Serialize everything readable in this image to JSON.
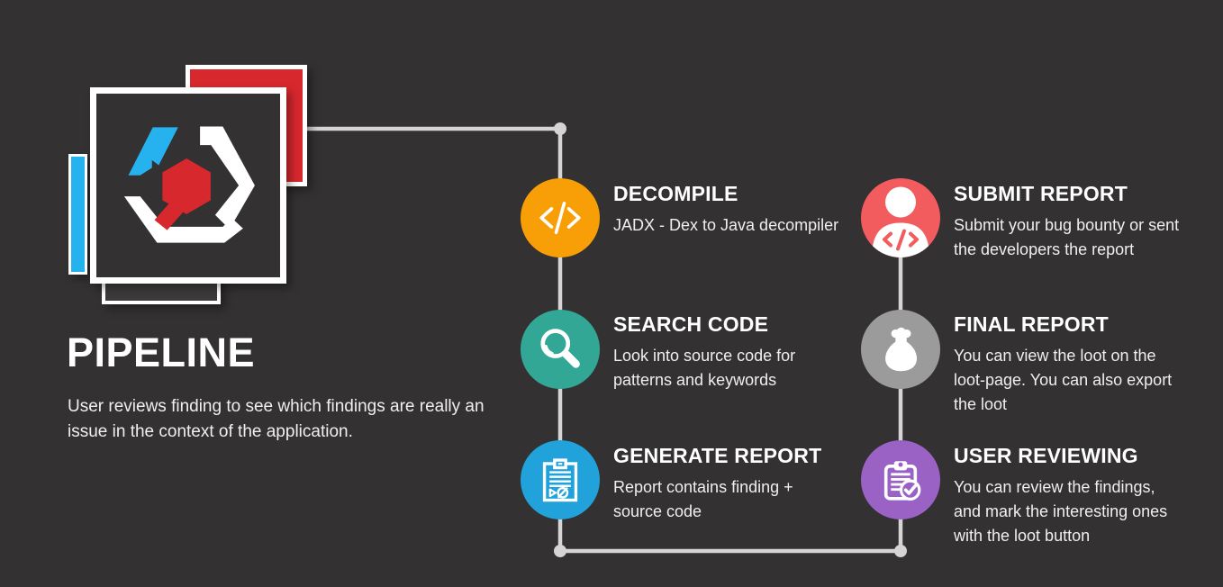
{
  "page": {
    "background_color": "#333132",
    "connector_color": "#D6D4D4",
    "title": "PIPELINE",
    "description": "User reviews finding to see which findings are really an\nissue in the context of the application."
  },
  "logo": {
    "label": "app-logo",
    "colors": {
      "red": "#D7282D",
      "cyan": "#25B2EF",
      "white": "#FFFFFF",
      "dark": "#343133"
    }
  },
  "steps": [
    {
      "id": "decompile",
      "title": "DECOMPILE",
      "desc": "JADX - Dex to Java decompiler",
      "color": "#F89E06",
      "icon": "code-icon"
    },
    {
      "id": "search-code",
      "title": "SEARCH CODE",
      "desc": "Look into source code for\npatterns and keywords",
      "color": "#33A795",
      "icon": "magnifier-icon"
    },
    {
      "id": "generate-report",
      "title": "GENERATE REPORT",
      "desc": "Report contains finding +\nsource code",
      "color": "#21A2DB",
      "icon": "report-clipboard-icon"
    },
    {
      "id": "submit-report",
      "title": "SUBMIT REPORT",
      "desc": "Submit your bug bounty or sent\nthe developers the report",
      "color": "#F25C5E",
      "icon": "person-code-icon"
    },
    {
      "id": "final-report",
      "title": "FINAL REPORT",
      "desc": "You can view the loot on the\nloot-page. You can also export\nthe loot",
      "color": "#9B9B9B",
      "icon": "moneybag-icon"
    },
    {
      "id": "user-reviewing",
      "title": "USER REVIEWING",
      "desc": "You can review the findings,\nand mark the interesting ones\nwith the loot button",
      "color": "#9B62C6",
      "icon": "clipboard-check-icon"
    }
  ]
}
